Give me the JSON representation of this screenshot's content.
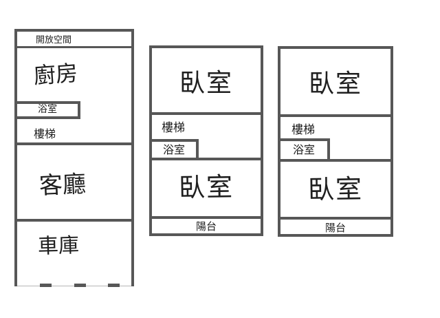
{
  "canvas": {
    "background": "#ffffff",
    "wall_color": "#575757",
    "text_color": "#1f1f1f"
  },
  "floors": [
    {
      "id": "floor-1",
      "rooms": {
        "open_space": "開放空間",
        "kitchen": "廚房",
        "bathroom": "浴室",
        "stairs": "樓梯",
        "living_room": "客廳",
        "garage": "車庫"
      }
    },
    {
      "id": "floor-2",
      "rooms": {
        "bedroom_top": "臥室",
        "stairs": "樓梯",
        "bathroom": "浴室",
        "bedroom_bottom": "臥室",
        "balcony": "陽台"
      }
    },
    {
      "id": "floor-3",
      "rooms": {
        "bedroom_top": "臥室",
        "stairs": "樓梯",
        "bathroom": "浴室",
        "bedroom_bottom": "臥室",
        "balcony": "陽台"
      }
    }
  ]
}
